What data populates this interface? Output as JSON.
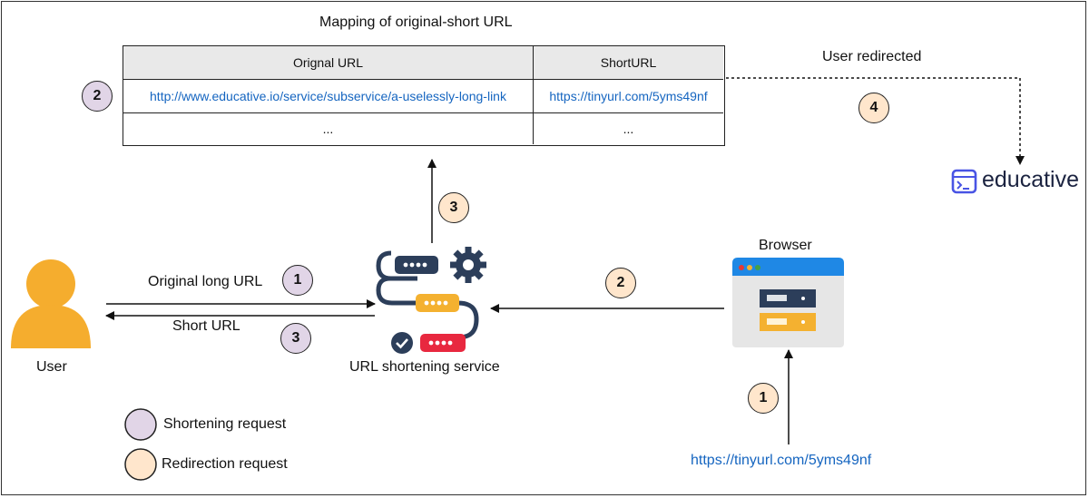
{
  "colors": {
    "shortening": "#e1d5e7",
    "redirection": "#ffe6cc",
    "link": "#1565c0",
    "brand": "#4954e4"
  },
  "mapping": {
    "title": "Mapping of original-short URL",
    "headers": [
      "Orignal URL",
      "ShortURL"
    ],
    "rows": [
      [
        "http://www.educative.io/service/subservice/a-uselessly-long-link",
        "https://tinyurl.com/5yms49nf"
      ],
      [
        "...",
        "..."
      ]
    ]
  },
  "nodes": {
    "user_label": "User",
    "service_label": "URL shortening service",
    "browser_label": "Browser",
    "brand_name": "educative"
  },
  "edges": {
    "original_long_url": "Original long URL",
    "short_url": "Short URL",
    "user_redirected": "User redirected",
    "browser_input_url": "https://tinyurl.com/5yms49nf"
  },
  "badges": {
    "table": "2",
    "to_table": "3",
    "redirect": "4",
    "browser_to_service": "2",
    "url_to_browser": "1",
    "user_to_service": "1",
    "service_to_user": "3"
  },
  "legend": {
    "shortening": "Shortening request",
    "redirection": "Redirection request"
  },
  "icons": [
    "user-icon",
    "service-icon",
    "browser-icon",
    "educative-logo-icon"
  ]
}
